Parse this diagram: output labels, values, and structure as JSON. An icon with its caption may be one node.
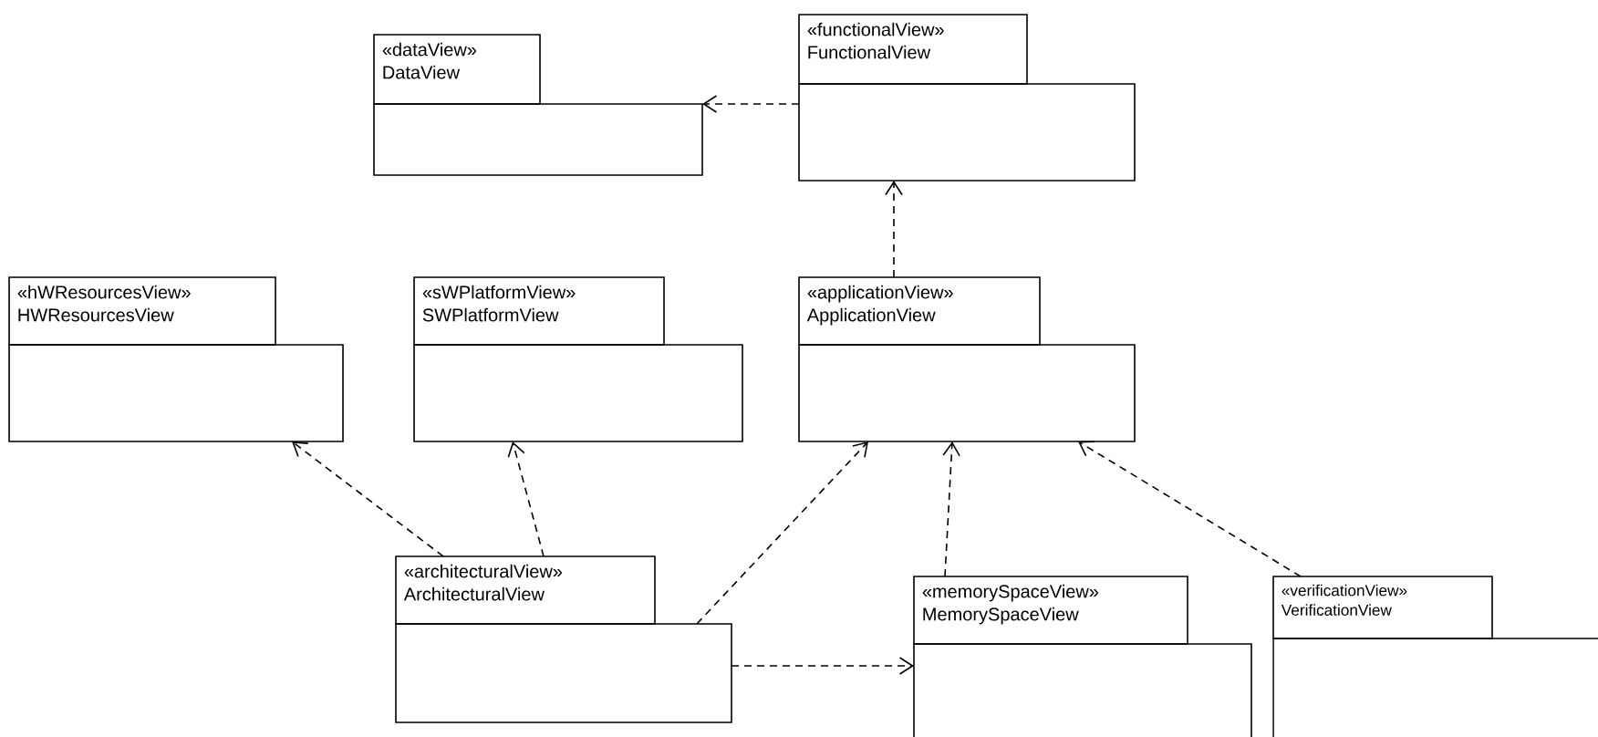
{
  "diagram": {
    "nodes": [
      {
        "text": [
          "«dataView»",
          "DataView"
        ]
      },
      {
        "text": [
          "«functionalView»",
          "FunctionalView"
        ]
      },
      {
        "text": [
          "«hWResourcesView»",
          "HWResourcesView"
        ]
      },
      {
        "text": [
          "«sWPlatformView»",
          "SWPlatformView"
        ]
      },
      {
        "text": [
          "«applicationView»",
          "ApplicationView"
        ]
      },
      {
        "text": [
          "«architecturalView»",
          "ArchitecturalView"
        ]
      },
      {
        "text": [
          "«memorySpaceView»",
          "MemorySpaceView"
        ]
      },
      {
        "text": [
          "«verificationView»",
          "VerificationView"
        ]
      }
    ],
    "edges": [
      {
        "from": 1,
        "to": 0,
        "arrow": "to",
        "style": "dashed"
      },
      {
        "from": 4,
        "to": 1,
        "arrow": "to",
        "style": "dashed"
      },
      {
        "from": 5,
        "to": 2,
        "arrow": "to",
        "style": "dashed"
      },
      {
        "from": 5,
        "to": 3,
        "arrow": "to",
        "style": "dashed"
      },
      {
        "from": 5,
        "to": 4,
        "arrow": "to",
        "style": "dashed"
      },
      {
        "from": 6,
        "to": 4,
        "arrow": "to",
        "style": "dashed"
      },
      {
        "from": 7,
        "to": 4,
        "arrow": "to",
        "style": "dashed"
      },
      {
        "from": 5,
        "to": 6,
        "arrow": "to",
        "style": "dashed"
      }
    ]
  }
}
